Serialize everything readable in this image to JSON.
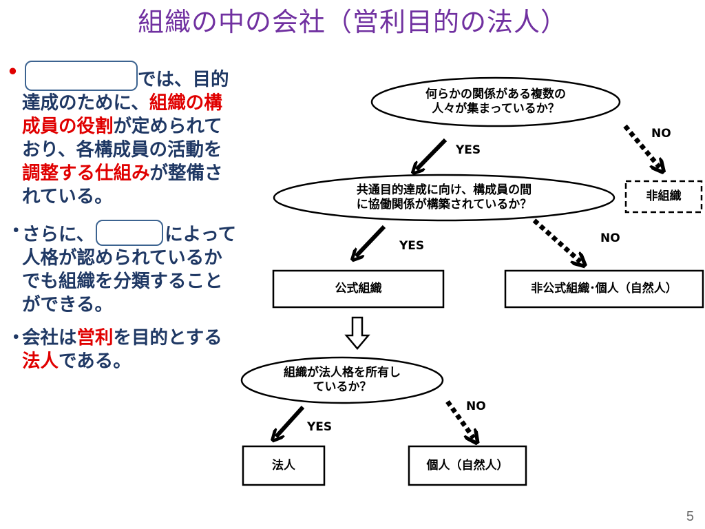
{
  "title": "組織の中の会社（営利目的の法人）",
  "bullets": [
    {
      "marker": "•",
      "marker_color": "#e00000",
      "after_blank": "では、目",
      "line2": "的達成のために、",
      "red1": "組",
      "red2": "織の構成員の役割",
      "text3": "が定められており、各構成員の活動を",
      "red3": "調整する仕組み",
      "text4": "が整備されている。"
    },
    {
      "marker": "・",
      "before_blank": "さらに、",
      "after_blank": "によって人格が認められているかでも組織を分類することができる。"
    },
    {
      "marker": "・",
      "text1": "会社は",
      "red1": "営利",
      "text2": "を目的とする",
      "red2": "法人",
      "text3": "である。"
    }
  ],
  "diagram": {
    "q1": "何らかの関係がある複数の\n人々が集まっているか？",
    "q2": "共通目的達成に向け、構成員の間\nに協働関係が構築されているか？",
    "q3": "組織が法人格を所有し\nているか？",
    "non_org": "非組織",
    "formal_org": "公式組織",
    "informal_org": "非公式組織･個人（自然人）",
    "corporation": "法人",
    "individual": "個人（自然人）",
    "yes": "YES",
    "no": "NO"
  },
  "page_number": "5",
  "colors": {
    "title": "#7030a0",
    "text": "#1f3864",
    "accent_red": "#e00000",
    "blank_border": "#3c6390"
  }
}
